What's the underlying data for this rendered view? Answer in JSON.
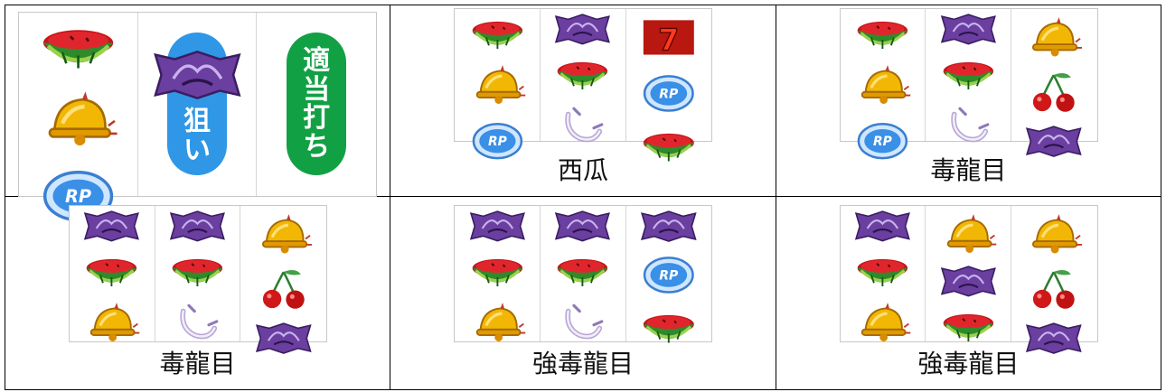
{
  "first_cell": {
    "reel1": [
      "watermelon",
      "bell",
      "replay"
    ],
    "reel2": {
      "symbol": "dragon",
      "pill_text": [
        "狙",
        "い"
      ],
      "pill_color": "#2f97e6"
    },
    "reel3": {
      "pill_text": [
        "適",
        "当",
        "打",
        "ち"
      ],
      "pill_color": "#12a044"
    }
  },
  "cells": [
    {
      "caption": "西瓜",
      "reels": [
        [
          "watermelon",
          "bell",
          "replay"
        ],
        [
          "dragon",
          "watermelon",
          "ring"
        ],
        [
          "seven",
          "replay",
          "watermelon"
        ]
      ]
    },
    {
      "caption": "毒龍目",
      "reels": [
        [
          "watermelon",
          "bell",
          "replay"
        ],
        [
          "dragon",
          "watermelon",
          "ring"
        ],
        [
          "bell",
          "cherry",
          "dragon"
        ]
      ]
    },
    {
      "caption": "毒龍目",
      "reels": [
        [
          "dragon",
          "watermelon",
          "bell"
        ],
        [
          "dragon",
          "watermelon",
          "ring"
        ],
        [
          "bell",
          "cherry",
          "dragon"
        ]
      ]
    },
    {
      "caption": "強毒龍目",
      "reels": [
        [
          "dragon",
          "watermelon",
          "bell"
        ],
        [
          "dragon",
          "watermelon",
          "ring"
        ],
        [
          "dragon",
          "replay",
          "watermelon"
        ]
      ]
    },
    {
      "caption": "強毒龍目",
      "reels": [
        [
          "dragon",
          "watermelon",
          "bell"
        ],
        [
          "bell",
          "dragon",
          "watermelon"
        ],
        [
          "bell",
          "cherry",
          "dragon"
        ]
      ]
    }
  ],
  "symbol_labels": {
    "replay": "RP",
    "seven": "7"
  },
  "colors": {
    "border": "#000000",
    "blue_pill": "#2f97e6",
    "green_pill": "#12a044"
  }
}
